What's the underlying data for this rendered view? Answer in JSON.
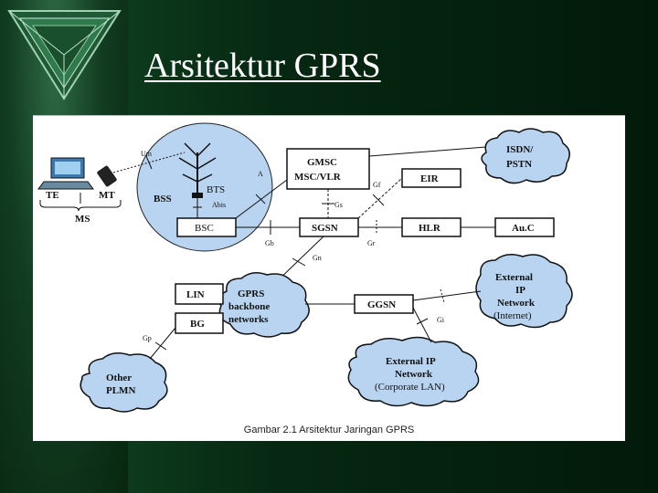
{
  "slide": {
    "title": "Arsitektur GPRS"
  },
  "diagram": {
    "caption": "Gambar 2.1  Arsitektur Jaringan GPRS",
    "nodes": {
      "te": "TE",
      "mt": "MT",
      "ms": "MS",
      "bss": "BSS",
      "bts": "BTS",
      "bsc": "BSC",
      "gmsc_line1": "GMSC",
      "gmsc_line2": "MSC/VLR",
      "eir": "EIR",
      "sgsn": "SGSN",
      "hlr": "HLR",
      "auc": "Au.C",
      "isdn_line1": "ISDN/",
      "isdn_line2": "PSTN",
      "lin": "LIN",
      "bg": "BG",
      "ggsn": "GGSN",
      "backbone_line1": "GPRS",
      "backbone_line2": "backbone",
      "backbone_line3": "networks",
      "ext_internet_line1": "External",
      "ext_internet_line2": "IP",
      "ext_internet_line3": "Network",
      "ext_internet_line4": "(Internet)",
      "ext_corp_line1": "External IP",
      "ext_corp_line2": "Network",
      "ext_corp_line3": "(Corporate LAN)",
      "plmn_line1": "Other",
      "plmn_line2": "PLMN"
    },
    "interfaces": {
      "um": "Um",
      "a": "A",
      "abis": "Abis",
      "gf": "Gf",
      "gs": "Gs",
      "gb": "Gb",
      "gr": "Gr",
      "gn": "Gn",
      "gi": "Gi",
      "gp": "Gp"
    }
  }
}
